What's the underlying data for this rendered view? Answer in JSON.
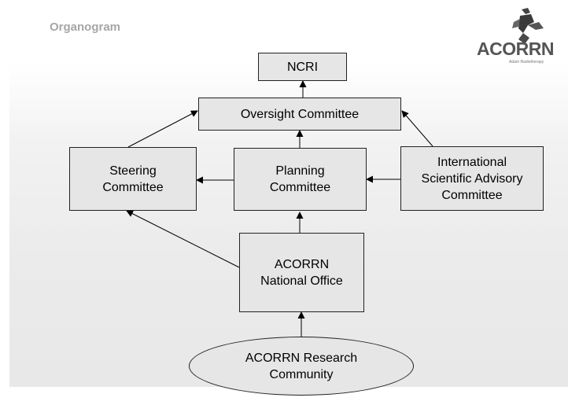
{
  "slide": {
    "title": "Organogram"
  },
  "logo": {
    "wordmark": "ACORRN",
    "tagline": "Adam Radiotherapy"
  },
  "nodes": {
    "ncri": {
      "line1": "NCRI"
    },
    "oversight": {
      "line1": "Oversight Committee"
    },
    "steering": {
      "line1": "Steering",
      "line2": "Committee"
    },
    "planning": {
      "line1": "Planning",
      "line2": "Committee"
    },
    "isac": {
      "line1": "International",
      "line2": "Scientific Advisory",
      "line3": "Committee"
    },
    "national_office": {
      "line1": "ACORRN",
      "line2": "National Office"
    },
    "research_community": {
      "line1": "ACORRN Research",
      "line2": "Community"
    }
  },
  "colors": {
    "box_fill": "#e6e6e6",
    "box_border": "#222222",
    "title_gray": "#a6a6a6",
    "logo_gray": "#555555"
  }
}
